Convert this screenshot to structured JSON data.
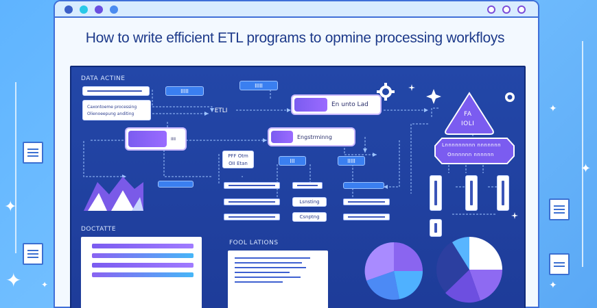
{
  "heading": "How to write efficient ETL programs to opmine processing workfloys",
  "panel": {
    "section_top_left": "DATA ACTINE",
    "section_bottom_left": "DOCTATTE",
    "section_bottom_mid": "FOOL LATIONS",
    "etl_label": "ETLI",
    "extract_box": "En unto Lad",
    "mid_left_box": "IIII",
    "mid_right_box": "Engstrminng",
    "source_note_1": "Caxontoeme processing",
    "source_note_2": "Olienoeepung anditing",
    "blue_tag_1": "IIIII",
    "blue_tag_2": "IIIII",
    "blue_tag_3": "III",
    "blue_tag_4": "IIIII",
    "stack_label_1": "PFF Otm",
    "stack_label_2": "OII Etan",
    "col_note_1": "Lsnsting",
    "col_note_2": "Csnptng",
    "triangle_top": "FA",
    "triangle_bottom": "IOLI",
    "hex_line_1": "Lnnnnnnnnn nnnnnnn",
    "hex_line_2": "Onnnnnn nnnnnn"
  },
  "colors": {
    "panel": "#2347a8",
    "accent_purple": "#7b5cf0",
    "accent_blue": "#3a7ff0"
  }
}
